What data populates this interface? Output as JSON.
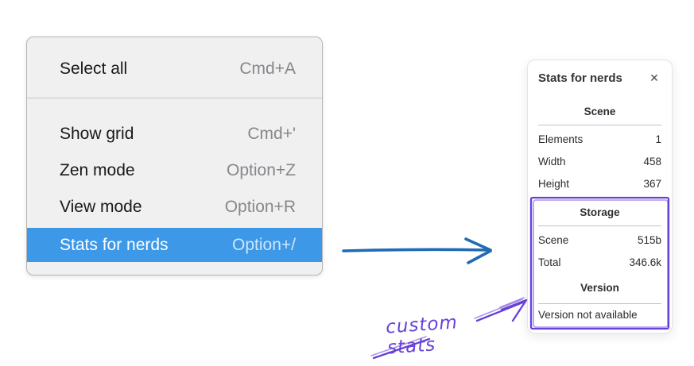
{
  "colors": {
    "accent_blue": "#3d99e8",
    "arrow_blue": "#1f6bb5",
    "annotation_purple": "#6741d9"
  },
  "context_menu": {
    "items": [
      {
        "label": "Select all",
        "shortcut": "Cmd+A"
      },
      {
        "label": "Show grid",
        "shortcut": "Cmd+'"
      },
      {
        "label": "Zen mode",
        "shortcut": "Option+Z"
      },
      {
        "label": "View mode",
        "shortcut": "Option+R"
      },
      {
        "label": "Stats for nerds",
        "shortcut": "Option+/",
        "selected": true
      }
    ]
  },
  "stats_panel": {
    "title": "Stats for nerds",
    "close_icon": "✕",
    "scene": {
      "heading": "Scene",
      "rows": [
        {
          "label": "Elements",
          "value": "1"
        },
        {
          "label": "Width",
          "value": "458"
        },
        {
          "label": "Height",
          "value": "367"
        }
      ]
    },
    "storage": {
      "heading": "Storage",
      "rows": [
        {
          "label": "Scene",
          "value": "515b"
        },
        {
          "label": "Total",
          "value": "346.6k"
        }
      ]
    },
    "version": {
      "heading": "Version",
      "note": "Version not available"
    }
  },
  "annotations": {
    "custom_stats": "custom stats"
  }
}
